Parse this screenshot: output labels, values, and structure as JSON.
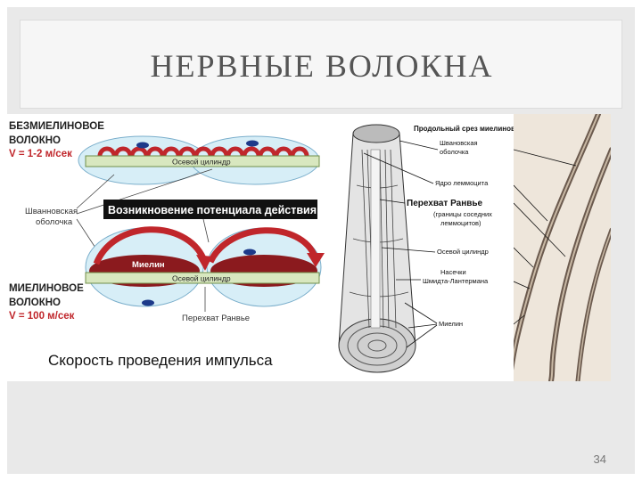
{
  "slide": {
    "title": "НЕРВНЫЕ ВОЛОКНА",
    "page_number": "34"
  },
  "left_diagram": {
    "unmyelinated_label_1": "БЕЗМИЕЛИНОВОЕ",
    "unmyelinated_label_2": "ВОЛОКНО",
    "unmyelinated_speed": "V = 1-2 м/сек",
    "axon_label_top": "Осевой цилиндр",
    "schwann_label_1": "Шванновская",
    "schwann_label_2": "оболочка",
    "action_potential_banner": "Возникновение потенциала действия",
    "myelin_label": "Миелин",
    "axon_label_bottom": "Осевой цилиндр",
    "myelinated_label_1": "МИЕЛИНОВОЕ",
    "myelinated_label_2": "ВОЛОКНО",
    "myelinated_speed": "V = 100 м/сек",
    "node_label": "Перехват Ранвье",
    "caption": "Скорость проведения импульса"
  },
  "mid_diagram": {
    "heading": "Продольный срез миелинового нервного волокна",
    "labels": {
      "schwann_1": "Шванoвская",
      "schwann_2": "оболочка",
      "lemmocyte_nucleus": "Ядро леммоцита",
      "node_title": "Перехват Ранвье",
      "node_note_1": "(границы соседних",
      "node_note_2": "леммоцитов)",
      "axon": "Осевой цилиндр",
      "incisures_1": "Насечки",
      "incisures_2": "Шмидта-Лантермана",
      "myelin": "Миелин"
    }
  },
  "colors": {
    "red_accent": "#c0262b",
    "dark_red": "#8b1a1e",
    "axon_green": "#d8e7bf",
    "sheath_blue": "#d7eef7",
    "nucleus_blue": "#1d3a8a",
    "speed_red": "#c0262b",
    "banner_bg": "#111111"
  }
}
